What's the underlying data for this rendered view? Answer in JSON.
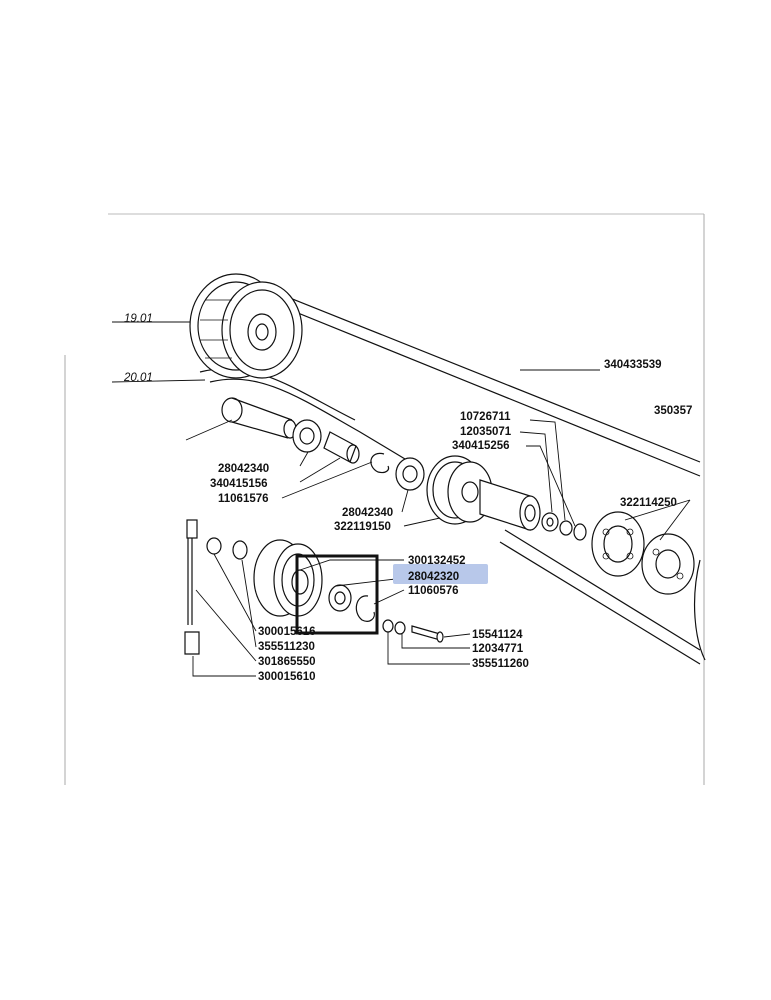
{
  "diagram": {
    "reference_labels": [
      "19.01",
      "20.01"
    ],
    "part_numbers": {
      "belt": "340433539",
      "belt_partial": "350357",
      "p_10726711": "10726711",
      "p_12035071": "12035071",
      "p_340415256": "340415256",
      "p_322114250": "322114250",
      "p_28042340_a": "28042340",
      "p_340415156": "340415156",
      "p_11061576": "11061576",
      "p_28042340_b": "28042340",
      "p_322119150": "322119150",
      "p_300132452": "300132452",
      "p_28042320": "28042320",
      "p_11060576": "11060576",
      "p_300015616": "300015616",
      "p_355511230": "355511230",
      "p_301865550": "301865550",
      "p_300015610": "300015610",
      "p_15541124": "15541124",
      "p_12034771": "12034771",
      "p_355511260": "355511260"
    },
    "highlighted_part": "28042320",
    "highlight_color": "#b8c8ea",
    "selection_box_color": "#111111"
  }
}
